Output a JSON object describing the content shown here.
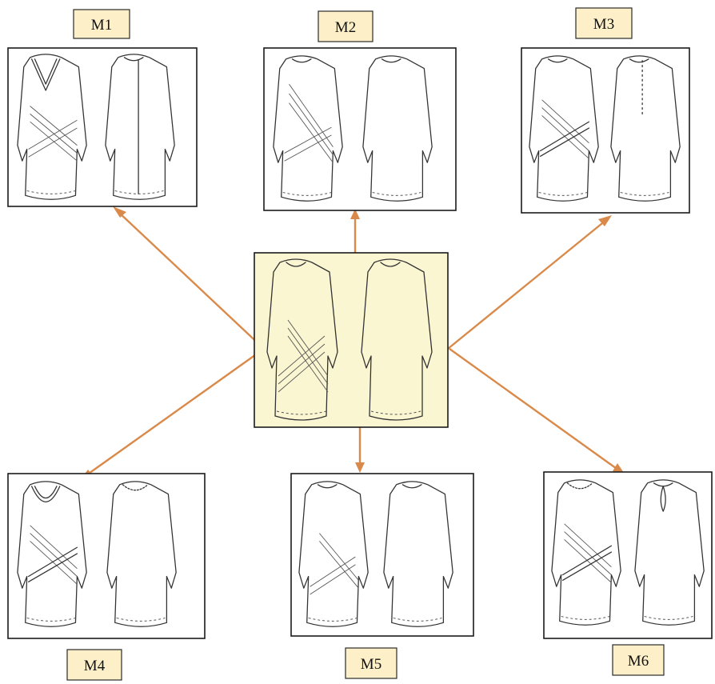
{
  "center": {
    "name": "",
    "front_icon": "dress-front-sketch",
    "back_icon": "dress-back-sketch",
    "background_color": "#fbf6d2"
  },
  "variants": [
    {
      "label": "M1",
      "front_icon": "dress-front-cowl-draped-sketch",
      "back_icon": "dress-back-seam-sketch"
    },
    {
      "label": "M2",
      "front_icon": "dress-front-draped-sketch",
      "back_icon": "dress-back-plain-sketch"
    },
    {
      "label": "M3",
      "front_icon": "dress-front-draped-sketch",
      "back_icon": "dress-back-button-placket-sketch"
    },
    {
      "label": "M4",
      "front_icon": "dress-front-cowl-draped-sketch",
      "back_icon": "dress-back-gathered-neck-sketch"
    },
    {
      "label": "M5",
      "front_icon": "dress-front-draped-sketch",
      "back_icon": "dress-back-plain-sketch"
    },
    {
      "label": "M6",
      "front_icon": "dress-front-draped-sketch",
      "back_icon": "dress-back-keyhole-sketch"
    }
  ],
  "colors": {
    "connector": "#d98a4a",
    "label_fill": "#fdf0c8",
    "panel_border": "#1a1a1a"
  }
}
